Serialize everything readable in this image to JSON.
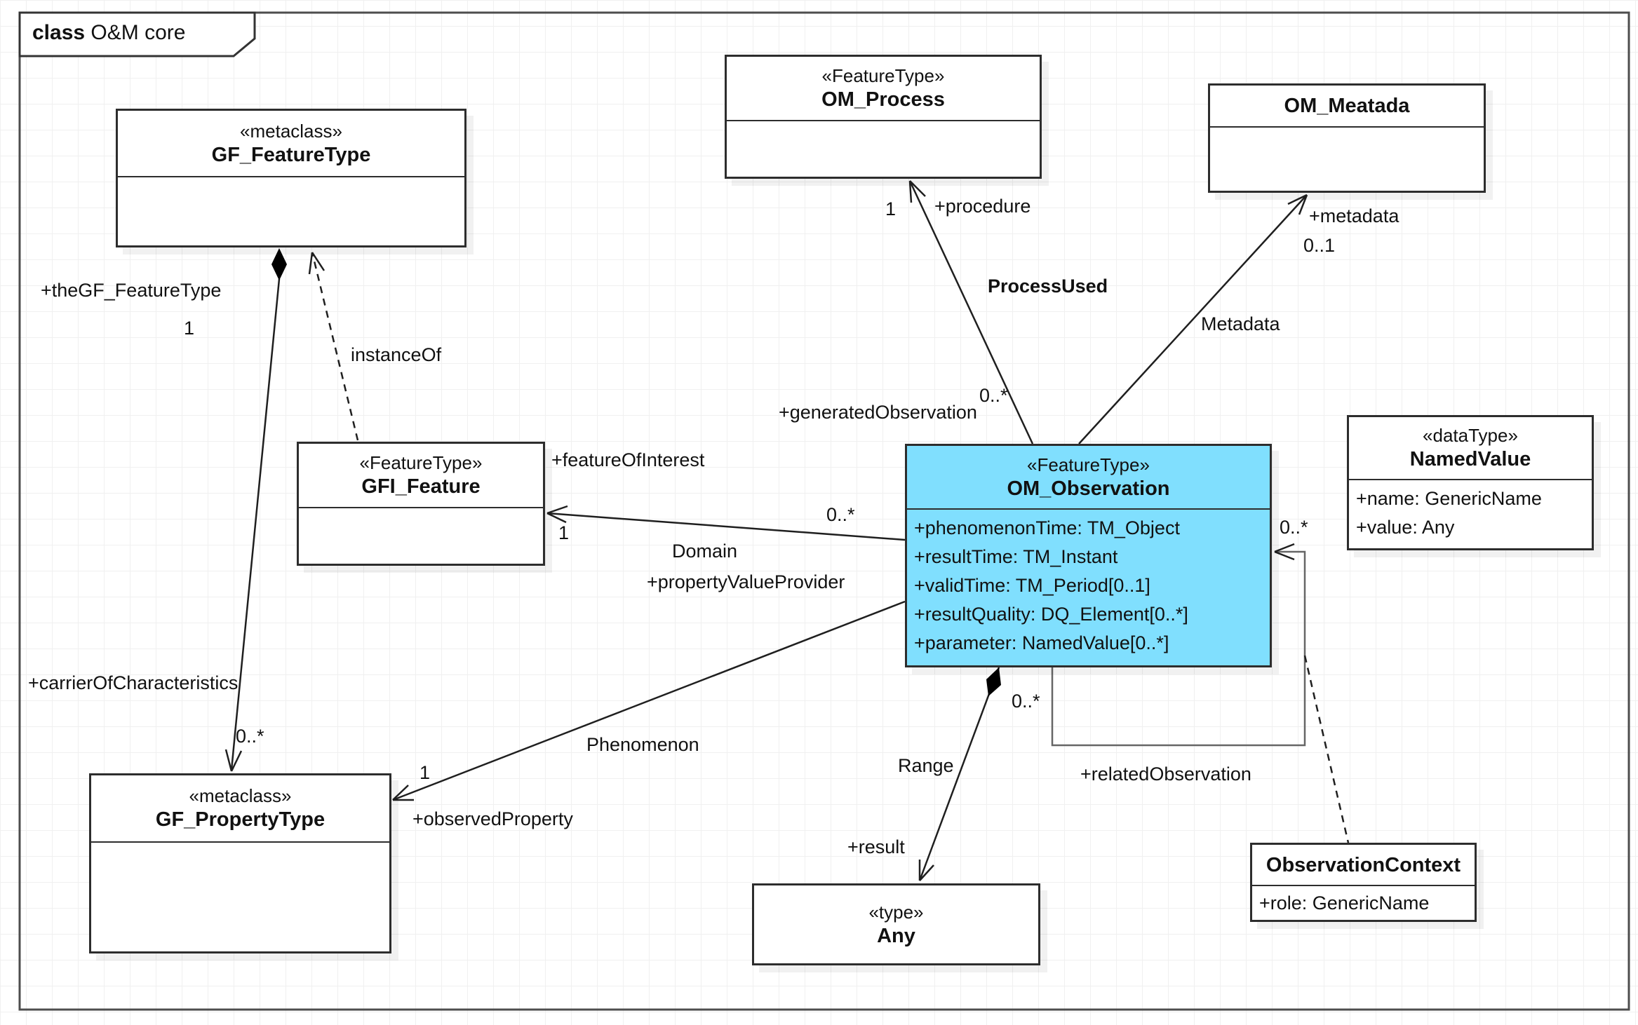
{
  "frame": {
    "keyword": "class",
    "title": "O&M core"
  },
  "classes": {
    "gfFeatureType": {
      "stereotype": "«metaclass»",
      "name": "GF_FeatureType"
    },
    "omProcess": {
      "stereotype": "«FeatureType»",
      "name": "OM_Process"
    },
    "omMeatada": {
      "name": "OM_Meatada"
    },
    "gfiFeature": {
      "stereotype": "«FeatureType»",
      "name": "GFI_Feature"
    },
    "omObservation": {
      "stereotype": "«FeatureType»",
      "name": "OM_Observation",
      "attributes": [
        "+phenomenonTime: TM_Object",
        "+resultTime: TM_Instant",
        "+validTime: TM_Period[0..1]",
        "+resultQuality: DQ_Element[0..*]",
        "+parameter: NamedValue[0..*]"
      ]
    },
    "namedValue": {
      "stereotype": "«dataType»",
      "name": "NamedValue",
      "attributes": [
        "+name: GenericName",
        "+value: Any"
      ]
    },
    "gfPropertyType": {
      "stereotype": "«metaclass»",
      "name": "GF_PropertyType"
    },
    "anyType": {
      "stereotype": "«type»",
      "name": "Any"
    },
    "observationContext": {
      "name": "ObservationContext",
      "attributes": [
        "+role: GenericName"
      ]
    }
  },
  "labels": {
    "theGfFeatureType": "+theGF_FeatureType",
    "theGfFeatureTypeMult": "1",
    "instanceOf": "instanceOf",
    "carrierOfCharacteristics": "+carrierOfCharacteristics",
    "carrierMult": "0..*",
    "procedureMult": "1",
    "procedure": "+procedure",
    "processUsed": "ProcessUsed",
    "generatedObservationMult": "0..*",
    "generatedObservation": "+generatedObservation",
    "metadata": "+metadata",
    "metadataMult": "0..1",
    "metadataAssoc": "Metadata",
    "featureOfInterest": "+featureOfInterest",
    "featureOfInterestMult": "0..*",
    "featureOfInterestTargetMult": "1",
    "domain": "Domain",
    "propertyValueProvider": "+propertyValueProvider",
    "phenomenon": "Phenomenon",
    "observedPropertyMult": "1",
    "observedProperty": "+observedProperty",
    "range": "Range",
    "result": "+result",
    "relatedObservationSrcMult": "0..*",
    "relatedObservation": "+relatedObservation",
    "relatedObservationTgtMult": "0..*"
  },
  "colors": {
    "observationFill": "#80DFFE",
    "boxBorder": "#2d2d2d",
    "lineColor": "#1f1f1f"
  }
}
